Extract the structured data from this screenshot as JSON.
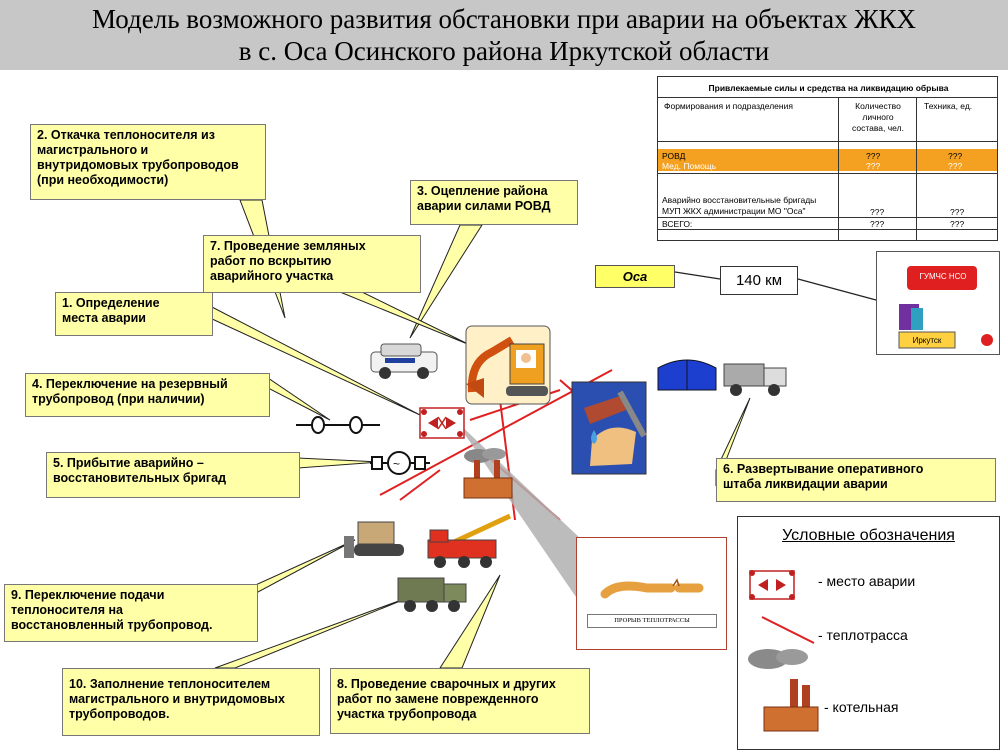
{
  "title": {
    "line1": "Модель возможного развития обстановки при аварии на объектах ЖКХ",
    "line2": "в с. Оса Осинского района Иркутской области"
  },
  "callouts": {
    "c1": [
      "1. Определение",
      "места аварии"
    ],
    "c2": [
      "2. Откачка теплоносителя из",
      "магистрального и",
      "внутридомовых трубопроводов",
      "(при необходимости)"
    ],
    "c3": [
      "3. Оцепление района",
      "аварии силами  РОВД"
    ],
    "c4": [
      "4. Переключение на резервный",
      "трубопровод (при наличии)"
    ],
    "c5": [
      "5. Прибытие аварийно –",
      "восстановительных  бригад"
    ],
    "c6": [
      "6. Развертывание оперативного",
      "штаба ликвидации аварии"
    ],
    "c7": [
      "7. Проведение земляных",
      "работ по вскрытию",
      "аварийного участка"
    ],
    "c8": [
      "8. Проведение сварочных и других",
      "работ по замене поврежденного",
      "участка трубопровода"
    ],
    "c9": [
      "9. Переключение подачи",
      "теплоносителя на",
      "восстановленный трубопровод."
    ],
    "c10": [
      "10. Заполнение теплоносителем",
      "магистрального и внутридомовых",
      "трубопроводов."
    ]
  },
  "resources_table": {
    "title": "Привлекаемые силы и средства на ликвидацию обрыва",
    "headers": [
      "Формирования и подразделения",
      "Количество личного состава, чел.",
      "Техника, ед."
    ],
    "header_lines": {
      "col2": [
        "Количество",
        "личного",
        "состава, чел."
      ]
    },
    "rows": [
      {
        "name": "РОВД",
        "personnel": "???",
        "equipment": "???"
      },
      {
        "name": "Мед. Помощь",
        "personnel": "???",
        "equipment": "???"
      },
      {
        "name_lines": [
          "Аварийно восстановительные бригады",
          "МУП ЖКХ администрации МО \"Оса\""
        ],
        "personnel": "???",
        "equipment": "???"
      },
      {
        "name": "ВСЕГО:",
        "personnel": "???",
        "equipment": "???"
      }
    ]
  },
  "map": {
    "osa_label": "Оса",
    "distance": "140 км",
    "hq_label": "ГУМЧС НСО",
    "city_label": "Иркутск"
  },
  "pipe_inset_caption": "ПРОРЫВ ТЕПЛОТРАССЫ",
  "legend": {
    "title": "Условные обозначения",
    "items": [
      "- место аварии",
      "- теплотрасса",
      "- котельная"
    ]
  },
  "colors": {
    "callout_fill": "#ffffa8",
    "heat_pipe": "#e02020",
    "title_bar": "#c7c7c7",
    "osa_box": "#ffff66",
    "table_orange": "#f4a020"
  }
}
